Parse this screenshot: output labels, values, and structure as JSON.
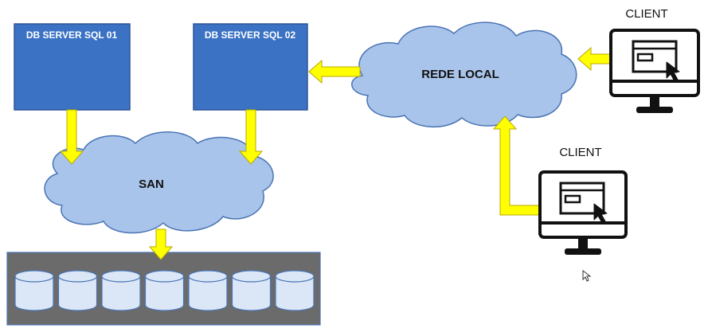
{
  "servers": [
    {
      "label": "DB SERVER SQL 01"
    },
    {
      "label": "DB SERVER SQL 02"
    }
  ],
  "clouds": {
    "lan": {
      "label": "REDE LOCAL"
    },
    "san": {
      "label": "SAN"
    }
  },
  "clients": [
    {
      "label": "CLIENT"
    },
    {
      "label": "CLIENT"
    }
  ],
  "storage": {
    "disk_count": 7
  },
  "colors": {
    "server_fill": "#3b72c4",
    "server_stroke": "#2f5597",
    "cloud_fill": "#a9c4ea",
    "cloud_stroke": "#4a74b5",
    "arrow_fill": "#ffff00",
    "arrow_stroke": "#b8a800",
    "storage_bg": "#6b6b6b",
    "disk_fill": "#dbe7f7",
    "disk_stroke": "#4a74b5",
    "label_dark": "#111111",
    "label_light": "#ffffff"
  }
}
